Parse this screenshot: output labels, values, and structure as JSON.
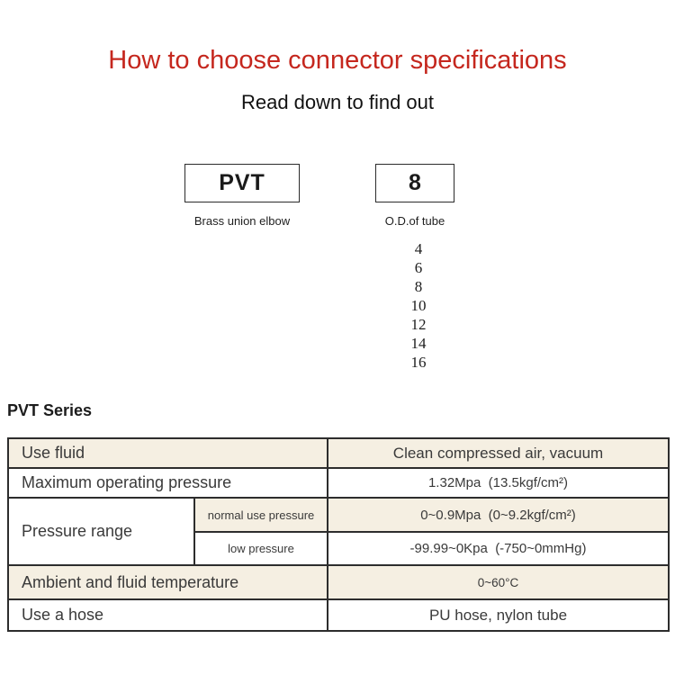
{
  "page": {
    "title": "How to choose connector specifications",
    "subtitle": "Read down to find out"
  },
  "selector": {
    "model_code": "PVT",
    "model_label": "Brass union elbow",
    "size_code": "8",
    "size_label": "O.D.of tube",
    "size_options": [
      "4",
      "6",
      "8",
      "10",
      "12",
      "14",
      "16"
    ]
  },
  "series": {
    "heading": "PVT Series"
  },
  "spec_table": {
    "rows": [
      {
        "label": "Use fluid",
        "value": "Clean compressed air, vacuum"
      },
      {
        "label": "Maximum operating pressure",
        "value": "1.32Mpa  (13.5kgf/cm²)"
      },
      {
        "label": "Pressure range",
        "sub_label": "normal use pressure",
        "value": "0~0.9Mpa  (0~9.2kgf/cm²)"
      },
      {
        "sub_label": "low pressure",
        "value": "-99.99~0Kpa  (-750~0mmHg)"
      },
      {
        "label": "Ambient and fluid temperature",
        "value": "0~60°C"
      },
      {
        "label": "Use a hose",
        "value": "PU hose, nylon tube"
      }
    ]
  },
  "colors": {
    "title_red": "#c5271e",
    "row_highlight_beige": "#f5efe2",
    "table_border": "#2d2d2d"
  }
}
